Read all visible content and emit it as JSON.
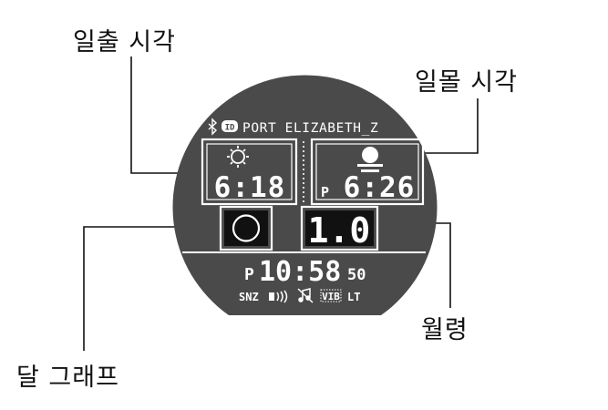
{
  "callouts": {
    "sunrise_label": "일출 시각",
    "sunset_label": "일몰 시각",
    "moon_graph_label": "달 그래프",
    "moon_age_label": "월령"
  },
  "watch": {
    "city": "PORT ELIZABETH_Z",
    "sunrise_time": "6:18",
    "sunset_ampm": "P",
    "sunset_time": "6:26",
    "moon_age": "1.0",
    "clock_ampm": "P",
    "clock_time": "10:58",
    "clock_seconds": "50",
    "status_snz": "SNZ",
    "status_vib": "VIB",
    "status_lt": "LT",
    "colors": {
      "bezel": "#4a4a4a",
      "outline": "#ffffff",
      "text": "#ffffff"
    },
    "icons": [
      "bluetooth-icon",
      "sun-icon",
      "sunset-icon",
      "moon-graph-icon",
      "alarm-icon",
      "signal-icon",
      "mute-icon"
    ]
  }
}
